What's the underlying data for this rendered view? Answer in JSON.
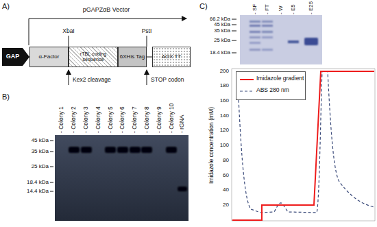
{
  "diagram": {
    "nodes": [
      {
        "text": [
          "GAP"
        ]
      },
      {
        "text": [
          "α-Factor"
        ]
      },
      {
        "text": [
          "rTBL coding sequence"
        ]
      },
      {
        "text": [
          "6XHis Tag"
        ]
      },
      {
        "text": [
          "AOX TT"
        ]
      }
    ],
    "labels": [
      "A)",
      "pGAPZαB Vector",
      "XbaI",
      "PstI",
      "Kex2 cleavage",
      "STOP codon",
      "B)",
      "- Colony 1",
      "- Colony 2",
      "- Colony 3",
      "- Colony 4",
      "- Colony 5",
      "- Colony 6",
      "- Colony 7",
      "- Colony 8",
      "- Colony 9",
      "- Colony 10",
      "- rGNA",
      "45 kDa",
      "35 kDa",
      "25 kDa",
      "18.4 kDa",
      "14.4 kDa",
      "C)",
      "- SF",
      "- FT",
      "- W",
      "- E5",
      "- E25",
      "66.2 kDa",
      "45 kDa",
      "35 kDa",
      "25 kDa",
      "18.4 kDa",
      "200",
      "180",
      "160",
      "140",
      "120",
      "100",
      "80",
      "60",
      "40",
      "20",
      "Imidazole concentration (mM)"
    ],
    "legend": [
      {
        "text": "Imidazole gradient"
      },
      {
        "text": "ABS 280 nm"
      }
    ]
  }
}
